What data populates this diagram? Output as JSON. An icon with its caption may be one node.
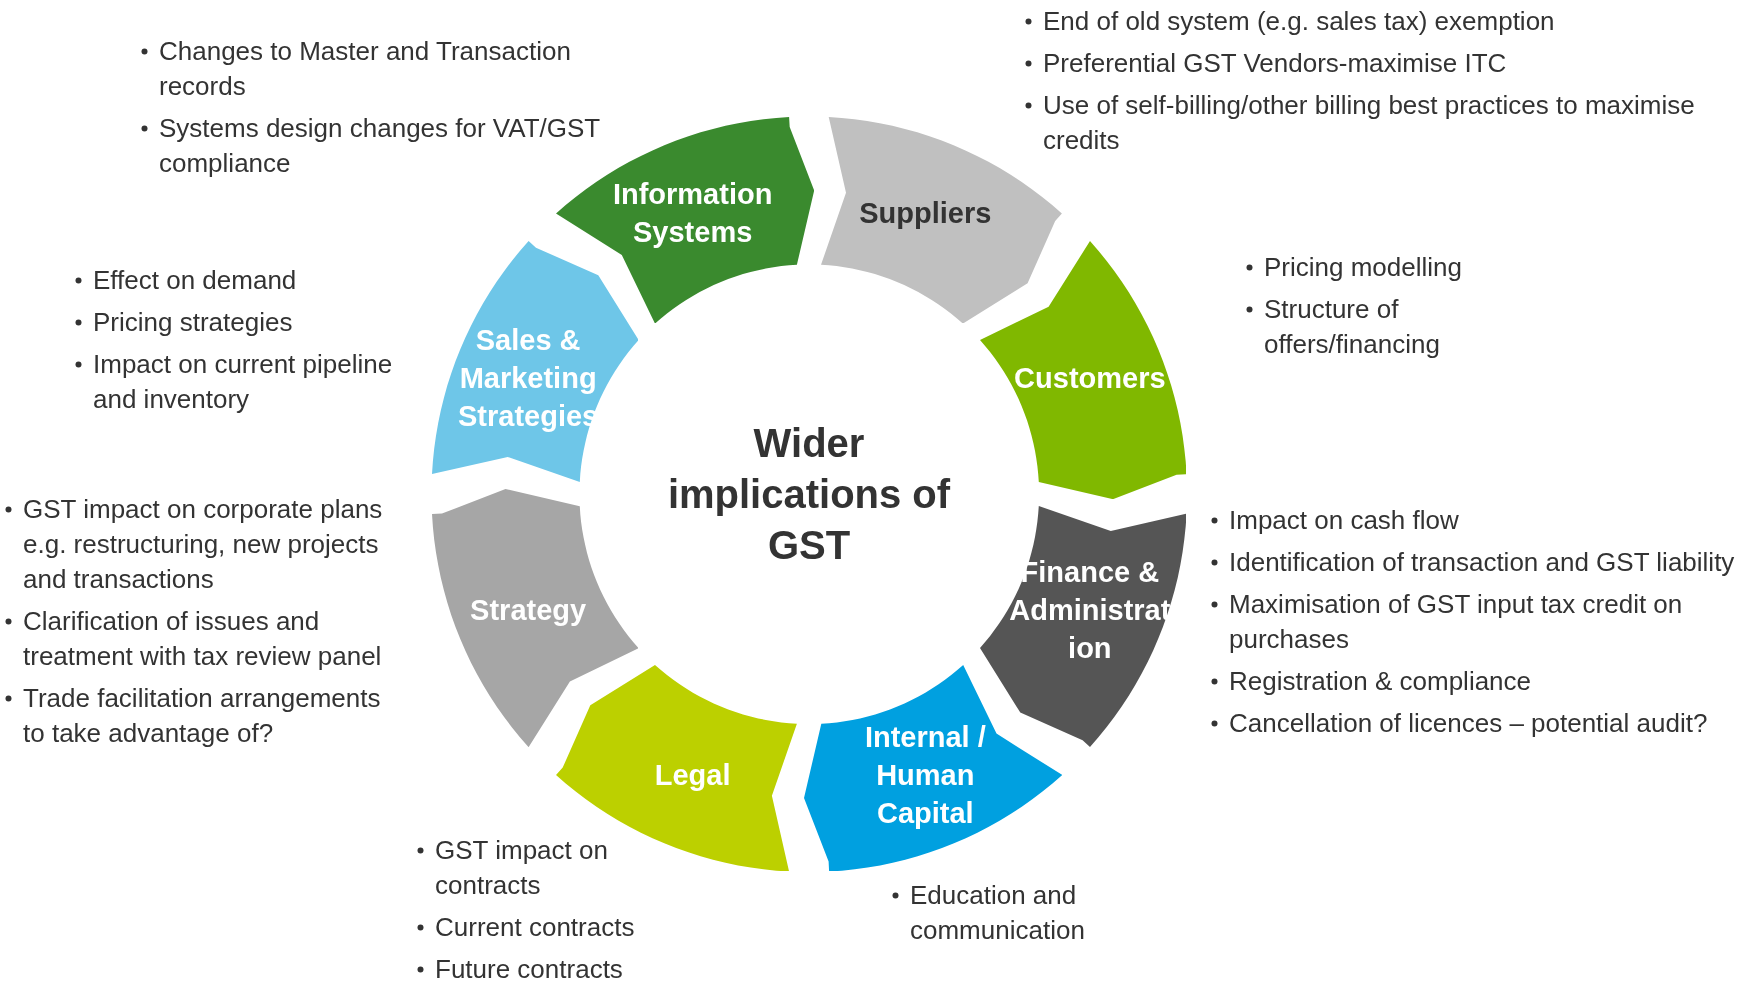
{
  "diagram": {
    "nodes": [
      {
        "text": [
          "Information Systems"
        ],
        "beside": [
          "Changes to Master and Transaction records",
          "Systems design changes for VAT/GST compliance"
        ]
      },
      {
        "text": [
          "Suppliers"
        ],
        "beside": [
          "End of old system (e.g. sales tax) exemption",
          "Preferential GST Vendors-maximise ITC",
          "Use of self-billing/other billing best practices to maximise credits"
        ]
      },
      {
        "text": [
          "Customers"
        ],
        "beside": [
          "Pricing modelling",
          "Structure of offers/financing"
        ]
      },
      {
        "text": [
          "Finance & Administration"
        ],
        "beside": [
          "Impact on cash flow",
          "Identification of transaction and GST liability",
          "Maximisation of GST input tax credit on purchases",
          "Registration & compliance",
          "Cancellation of licences – potential audit?"
        ]
      },
      {
        "text": [
          "Internal / Human Capital"
        ],
        "beside": [
          "Education and communication"
        ]
      },
      {
        "text": [
          "Legal"
        ],
        "beside": [
          "GST impact on contracts",
          "Current contracts",
          "Future contracts"
        ]
      },
      {
        "text": [
          "Strategy"
        ],
        "beside": [
          "GST impact on corporate plans e.g. restructuring, new projects and transactions",
          "Clarification of issues and treatment with tax review panel",
          "Trade facilitation arrangements to take advantage of?"
        ]
      },
      {
        "text": [
          "Sales & Marketing Strategies"
        ],
        "beside": [
          "Effect on demand",
          "Pricing strategies",
          "Impact on current pipeline and inventory"
        ]
      },
      {
        "text": [
          "Wider implications of GST"
        ]
      }
    ]
  }
}
